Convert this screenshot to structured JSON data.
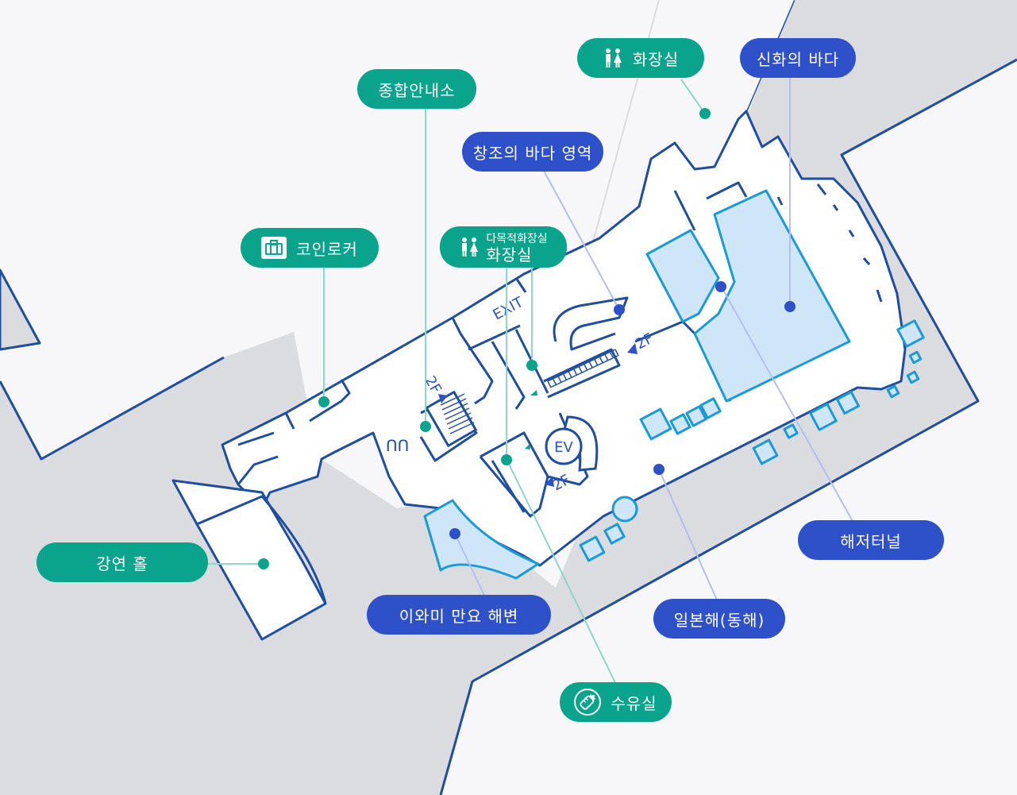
{
  "colors": {
    "background": "#f7f7f9",
    "outside_area": "#dadce0",
    "wall": "#1f4ea0",
    "tank_fill": "#cfe6f8",
    "tank_stroke": "#1a9ad8",
    "green": "#0aa38c",
    "blue": "#2e50c8"
  },
  "map_text": {
    "exit": "EXIT",
    "ev": "EV",
    "stairs_2f_a": "2F",
    "stairs_2f_b": "2F",
    "stairs_2f_c": "2F"
  },
  "labels": {
    "toilet_top": {
      "text": "화장실",
      "icon": "toilet-icon",
      "category": "facility"
    },
    "sinhwa": {
      "text": "신화의 바다",
      "category": "exhibit"
    },
    "info_desk": {
      "text": "종합안내소",
      "category": "facility"
    },
    "changjo": {
      "text": "창조의 바다 영역",
      "category": "exhibit"
    },
    "coin_locker": {
      "text": "코인로커",
      "icon": "locker-icon",
      "category": "facility"
    },
    "multi_toilet": {
      "line1": "다목적화장실",
      "line2": "화장실",
      "icon": "toilet-icon",
      "category": "facility"
    },
    "lecture_hall": {
      "text": "강연 홀",
      "category": "facility"
    },
    "iwami": {
      "text": "이와미 만요 해변",
      "category": "exhibit"
    },
    "haejeo": {
      "text": "해저터널",
      "category": "exhibit"
    },
    "japan_sea": {
      "text": "일본해(동해)",
      "category": "exhibit"
    },
    "nursing": {
      "text": "수유실",
      "icon": "baby-bottle-icon",
      "category": "facility"
    }
  }
}
